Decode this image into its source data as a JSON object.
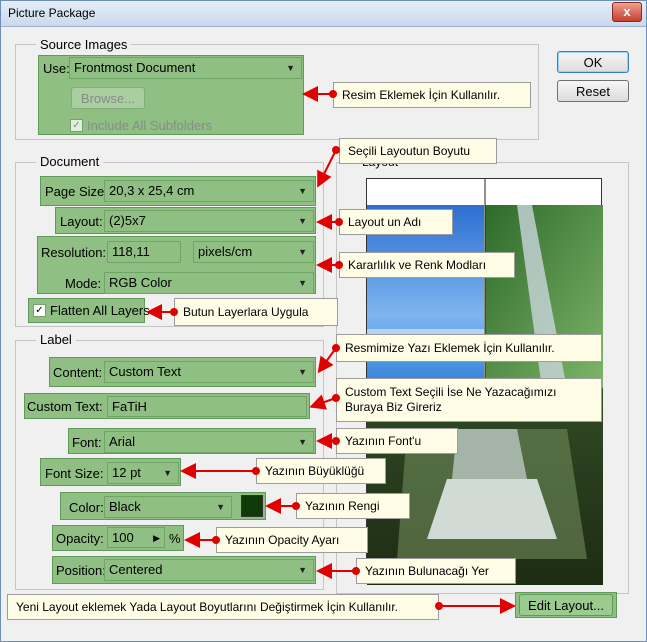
{
  "window": {
    "title": "Picture Package",
    "close": "x"
  },
  "buttons": {
    "ok": "OK",
    "reset": "Reset",
    "browse": "Browse...",
    "edit_layout": "Edit Layout..."
  },
  "source": {
    "group": "Source Images",
    "use_label": "Use:",
    "use_value": "Frontmost Document",
    "include_subfolders": "Include All Subfolders"
  },
  "document": {
    "group": "Document",
    "page_size_label": "Page Size:",
    "page_size_value": "20,3 x 25,4 cm",
    "layout_label": "Layout:",
    "layout_value": "(2)5x7",
    "resolution_label": "Resolution:",
    "resolution_value": "118,11",
    "resolution_unit": "pixels/cm",
    "mode_label": "Mode:",
    "mode_value": "RGB Color",
    "flatten_label": "Flatten All Layers"
  },
  "label": {
    "group": "Label",
    "content_label": "Content:",
    "content_value": "Custom Text",
    "custom_text_label": "Custom Text:",
    "custom_text_value": "FaTiH",
    "font_label": "Font:",
    "font_value": "Arial",
    "font_size_label": "Font Size:",
    "font_size_value": "12 pt",
    "color_label": "Color:",
    "color_value": "Black",
    "swatch_color": "#0f3a0a",
    "opacity_label": "Opacity:",
    "opacity_value": "100",
    "opacity_unit": "%",
    "position_label": "Position:",
    "position_value": "Centered"
  },
  "layout_group": {
    "label": "Layout"
  },
  "callouts": {
    "c1": "Resim Eklemek İçin Kullanılır.",
    "c2": "Seçili Layoutun Boyutu",
    "c3": "Layout un Adı",
    "c4": "Kararlılık ve Renk Modları",
    "c5": "Butun Layerlara Uygula",
    "c6": "Resmimize Yazı Eklemek İçin Kullanılır.",
    "c7a": "Custom Text Seçili İse Ne Yazacağımızı",
    "c7b": "Buraya Biz Gireriz",
    "c8": "Yazının Font'u",
    "c9": "Yazının Büyüklüğü",
    "c10": "Yazının Rengi",
    "c11": "Yazının Opacity Ayarı",
    "c12": "Yazının Bulunacağı Yer",
    "c13": "Yeni Layout eklemek Yada Layout Boyutlarını Değiştirmek İçin Kullanılır."
  },
  "colors": {
    "highlight_green": "#8fbf82",
    "arrow_red": "#e00000",
    "callout_bg": "#fffde6"
  }
}
